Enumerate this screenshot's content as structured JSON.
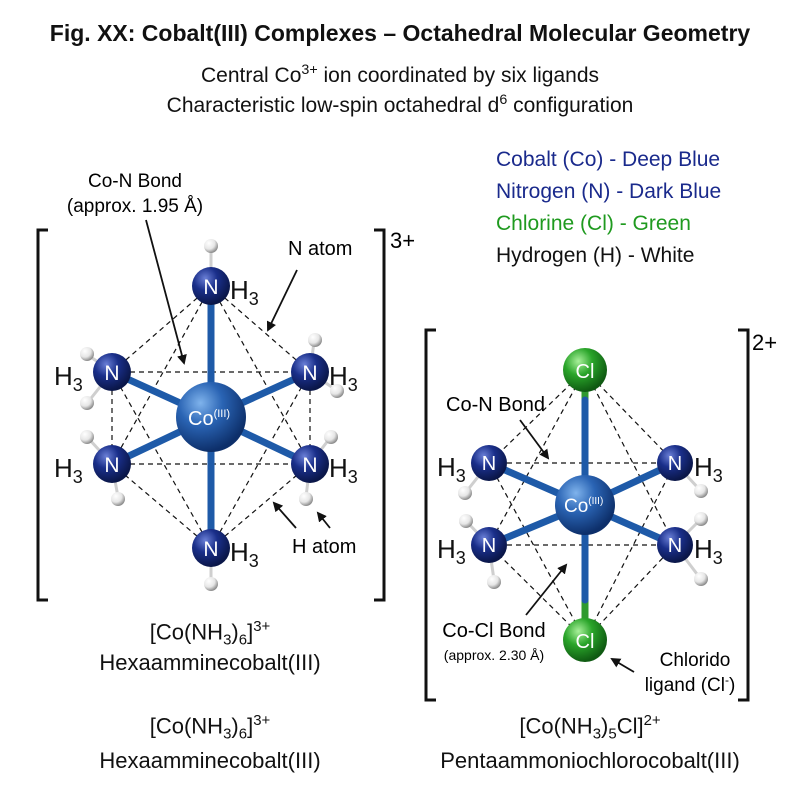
{
  "header": {
    "title": "Fig. XX: Cobalt(III) Complexes – Octahedral Molecular Geometry",
    "subtitle1_pre": "Central Co",
    "subtitle1_sup": "3+",
    "subtitle1_post": " ion coordinated by six ligands",
    "subtitle2_pre": "Characteristic low-spin octahedral d",
    "subtitle2_sup": "6",
    "subtitle2_post": " configuration"
  },
  "legend": {
    "items": [
      {
        "text": "Cobalt (Co) - Deep Blue",
        "color": "#1a2a8c"
      },
      {
        "text": "Nitrogen (N) - Dark Blue",
        "color": "#1a2a8c"
      },
      {
        "text": "Chlorine (Cl) - Green",
        "color": "#1f9a1f"
      },
      {
        "text": "Hydrogen (H) - White",
        "color": "#111111"
      }
    ]
  },
  "colors": {
    "cobalt": "#1f5aa8",
    "nitrogen": "#142a7a",
    "chlorine": "#2aa52a",
    "bond_blue": "#1e5aa8",
    "bond_green": "#2f9a2f",
    "hydrogen": "#f2f2f2"
  },
  "left_complex": {
    "charge": "3+",
    "co_label": "Co",
    "co_oxidation": "(III)",
    "n_label": "N",
    "h3_label": "H3",
    "annotations": {
      "bond_line1": "Co-N Bond",
      "bond_line2": "(approx. 1.95 Å)",
      "n_atom": "N atom",
      "h_atom": "H atom"
    },
    "formula_pre": "[Co(NH",
    "formula_sub": "3",
    "formula_post": ")",
    "formula_sub2": "6",
    "formula_close": "]",
    "formula_charge": "3+",
    "name": "Hexaamminecobalt(III)"
  },
  "right_complex": {
    "charge": "2+",
    "co_label": "Co",
    "co_oxidation": "(III)",
    "cl_label": "Cl",
    "n_label": "N",
    "h3_label": "H3",
    "annotations": {
      "bond_label": "Co-N Bond",
      "cl_bond_line1": "Co-Cl Bond",
      "cl_bond_line2": "(approx. 2.30 Å)",
      "chlorido_line1": "Chlorido",
      "chlorido_line2_pre": "ligand (Cl",
      "chlorido_line2_sup": "-",
      "chlorido_line2_post": ")"
    }
  },
  "bottom_captions": {
    "left_formula_pre": "[Co(NH",
    "left_formula_sub": "3",
    "left_formula_post": ")",
    "left_formula_sub2": "6",
    "left_formula_close": "]",
    "left_formula_charge": "3+",
    "left_name": "Hexaamminecobalt(III)",
    "right_formula_pre": "[Co(NH",
    "right_formula_sub": "3",
    "right_formula_post": ")",
    "right_formula_sub2": "5",
    "right_formula_close": "Cl]",
    "right_formula_charge": "2+",
    "right_name": "Pentaammoniochlorocobalt(III)"
  }
}
